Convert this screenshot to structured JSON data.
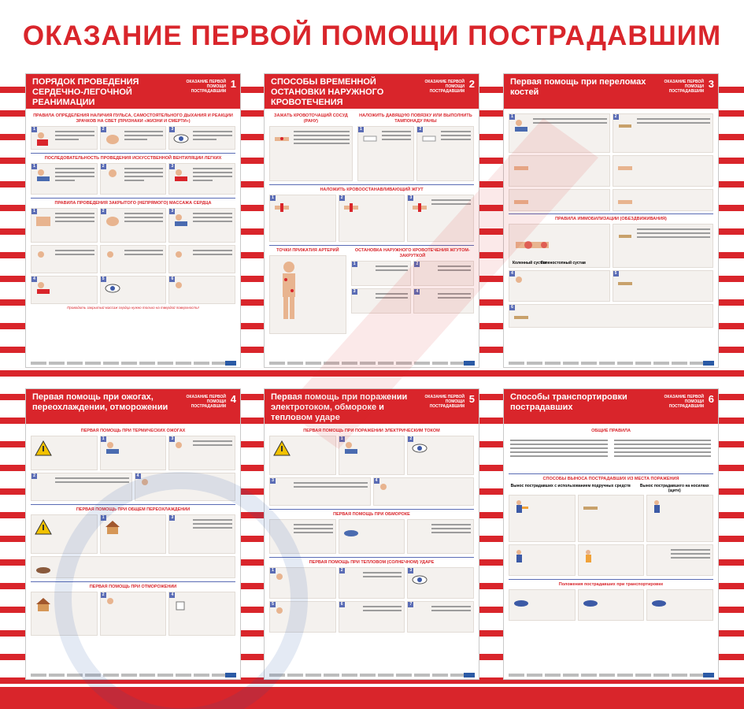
{
  "header": {
    "title": "ОКАЗАНИЕ ПЕРВОЙ ПОМОЩИ ПОСТРАДАВШИМ"
  },
  "series_label": "ОКАЗАНИЕ ПЕРВОЙ ПОМОЩИ ПОСТРАДАВШИМ",
  "posters": [
    {
      "title": "ПОРЯДОК ПРОВЕДЕНИЯ СЕРДЕЧНО-ЛЕГОЧНОЙ РЕАНИМАЦИИ",
      "num": "1",
      "sections": [
        "ПРАВИЛА ОПРЕДЕЛЕНИЯ НАЛИЧИЯ ПУЛЬСА, САМОСТОЯТЕЛЬНОГО ДЫХАНИЯ И РЕАКЦИИ ЗРАЧКОВ НА СВЕТ (ПРИЗНАКИ «ЖИЗНИ И СМЕРТИ»)",
        "ПОСЛЕДОВАТЕЛЬНОСТЬ ПРОВЕДЕНИЯ ИСКУССТВЕННОЙ ВЕНТИЛЯЦИИ ЛЕГКИХ",
        "ПРАВИЛА ПРОВЕДЕНИЯ ЗАКРЫТОГО (НЕПРЯМОГО) МАССАЖА СЕРДЦА"
      ],
      "note": "Проводить закрытый массаж сердца нужно только на твердой поверхности!"
    },
    {
      "title": "СПОСОБЫ ВРЕМЕННОЙ ОСТАНОВКИ НАРУЖНОГО КРОВОТЕЧЕНИЯ",
      "num": "2",
      "sections": [
        "ЗАЖАТЬ КРОВОТОЧАЩИЙ СОСУД (РАНУ)",
        "НАЛОЖИТЬ ДАВЯЩУЮ ПОВЯЗКУ ИЛИ ВЫПОЛНИТЬ ТАМПОНАДУ РАНЫ",
        "НАЛОЖИТЬ КРОВООСТАНАВЛИВАЮЩИЙ ЖГУТ",
        "ТОЧКИ ПРИЖАТИЯ АРТЕРИЙ",
        "ОСТАНОВКА НАРУЖНОГО КРОВОТЕЧЕНИЯ ЖГУТОМ-ЗАКРУТКОЙ"
      ],
      "note": ""
    },
    {
      "title": "Первая помощь при переломах костей",
      "num": "3",
      "sections": [
        "ПРАВИЛА ИММОБИЛИЗАЦИИ (ОБЕЗДВИЖИВАНИЯ)"
      ],
      "labels": [
        "Коленный сустав",
        "Голеностопный сустав"
      ],
      "note": ""
    },
    {
      "title": "Первая помощь при ожогах, переохлаждении, отморожении",
      "num": "4",
      "sections": [
        "ПЕРВАЯ ПОМОЩЬ ПРИ ТЕРМИЧЕСКИХ ОЖОГАХ",
        "ПЕРВАЯ ПОМОЩЬ ПРИ ОБЩЕМ ПЕРЕОХЛАЖДЕНИИ",
        "ПЕРВАЯ ПОМОЩЬ ПРИ ОТМОРОЖЕНИИ"
      ],
      "note": ""
    },
    {
      "title": "Первая помощь при поражении электротоком, обмороке и тепловом ударе",
      "num": "5",
      "sections": [
        "ПЕРВАЯ ПОМОЩЬ ПРИ ПОРАЖЕНИИ ЭЛЕКТРИЧЕСКИМ ТОКОМ",
        "ПЕРВАЯ ПОМОЩЬ ПРИ ОБМОРОКЕ",
        "ПЕРВАЯ ПОМОЩЬ ПРИ ТЕПЛОВОМ (СОЛНЕЧНОМ) УДАРЕ"
      ],
      "note": ""
    },
    {
      "title": "Способы транспортировки пострадавших",
      "num": "6",
      "sections": [
        "ОБЩИЕ ПРАВИЛА",
        "СПОСОБЫ ВЫНОСА ПОСТРАДАВШИХ ИЗ МЕСТА ПОРАЖЕНИЯ",
        "Положения пострадавших при транспортировке"
      ],
      "labels": [
        "Вынос пострадавших с использованием подручных средств",
        "Вынос пострадавшего на носилках (щите)"
      ],
      "note": ""
    }
  ],
  "colors": {
    "accent": "#d9252b",
    "blue": "#5a6cb5"
  }
}
